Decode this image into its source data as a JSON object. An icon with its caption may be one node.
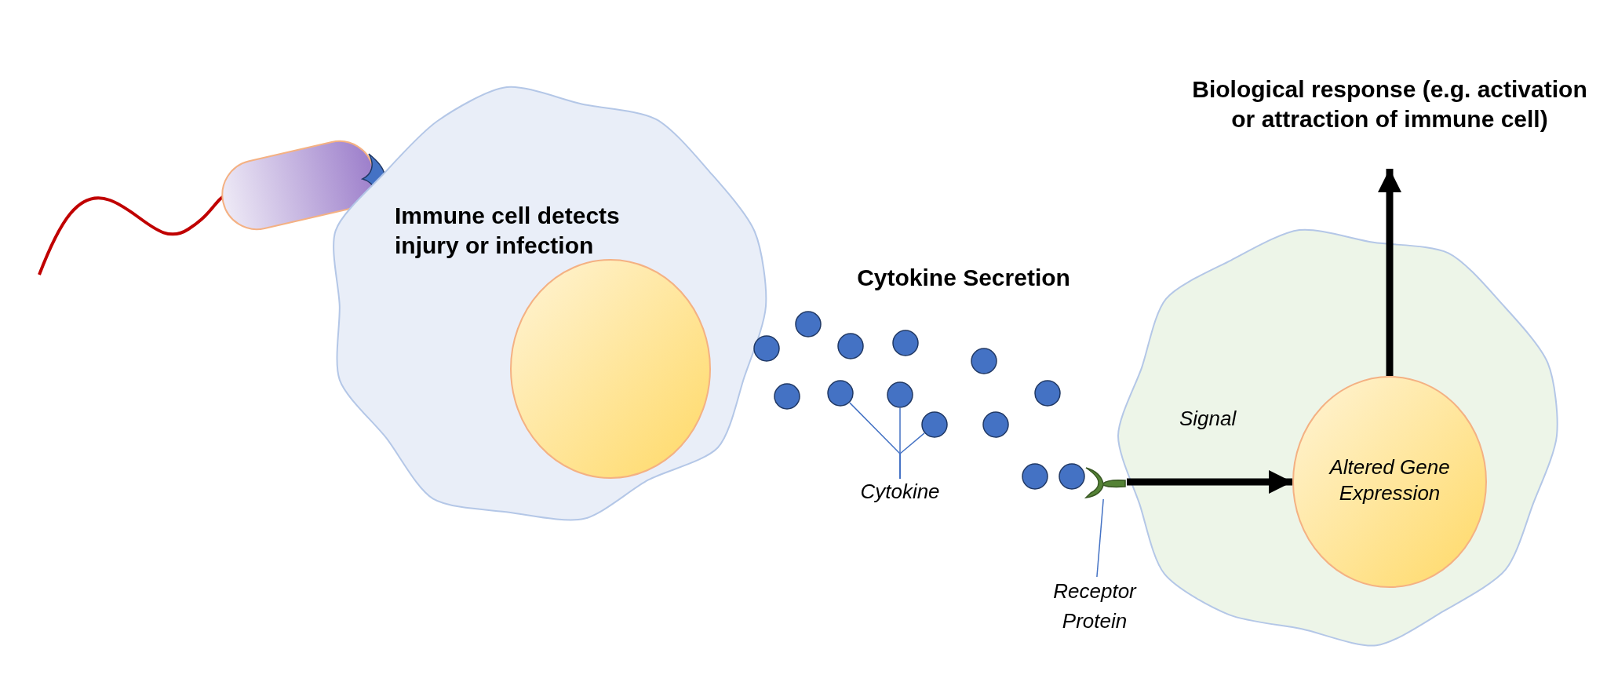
{
  "diagram": {
    "nodes": [
      {
        "text": [
          "Immune cell detects injury or infection"
        ]
      },
      {
        "text": [],
        "shape": "circle",
        "in": 0
      },
      {
        "text": [
          "Biological response (e.g. activation or attraction of immune cell)"
        ]
      },
      {
        "text": [],
        "shape": "circle"
      },
      {
        "text": [],
        "shape": "circle"
      },
      {
        "text": [],
        "shape": "circle"
      },
      {
        "text": [],
        "shape": "circle"
      },
      {
        "text": [],
        "shape": "circle"
      },
      {
        "text": [],
        "shape": "circle"
      },
      {
        "text": [],
        "shape": "circle"
      },
      {
        "text": [],
        "shape": "circle"
      },
      {
        "text": [],
        "shape": "circle"
      },
      {
        "text": [],
        "shape": "circle"
      },
      {
        "text": [],
        "shape": "circle"
      },
      {
        "text": [],
        "shape": "circle"
      },
      {
        "text": [],
        "shape": "circle"
      },
      {
        "text": [
          "Cytokine"
        ]
      },
      {
        "text": [],
        "shape": "picture"
      },
      {
        "text": [
          "Receptor Protein"
        ]
      },
      {
        "text": [
          "Signal"
        ]
      },
      {
        "text": [
          "Altered Gene Expression"
        ],
        "in": 19
      }
    ],
    "edges": [
      {
        "from": 16,
        "to": 6,
        "arrow": "none"
      },
      {
        "from": 16,
        "to": 8,
        "arrow": "none"
      },
      {
        "from": 16,
        "to": 10,
        "arrow": "none"
      },
      {
        "from": 18,
        "to": 17,
        "arrow": "none"
      },
      {
        "from": 17,
        "to": 20,
        "arrow": "to",
        "style": "thick",
        "color": "#000000"
      },
      {
        "from": 20,
        "to": 2,
        "arrow": "to",
        "style": "thick",
        "color": "#000000"
      }
    ],
    "labels": [
      "Cytokine Secretion"
    ]
  }
}
